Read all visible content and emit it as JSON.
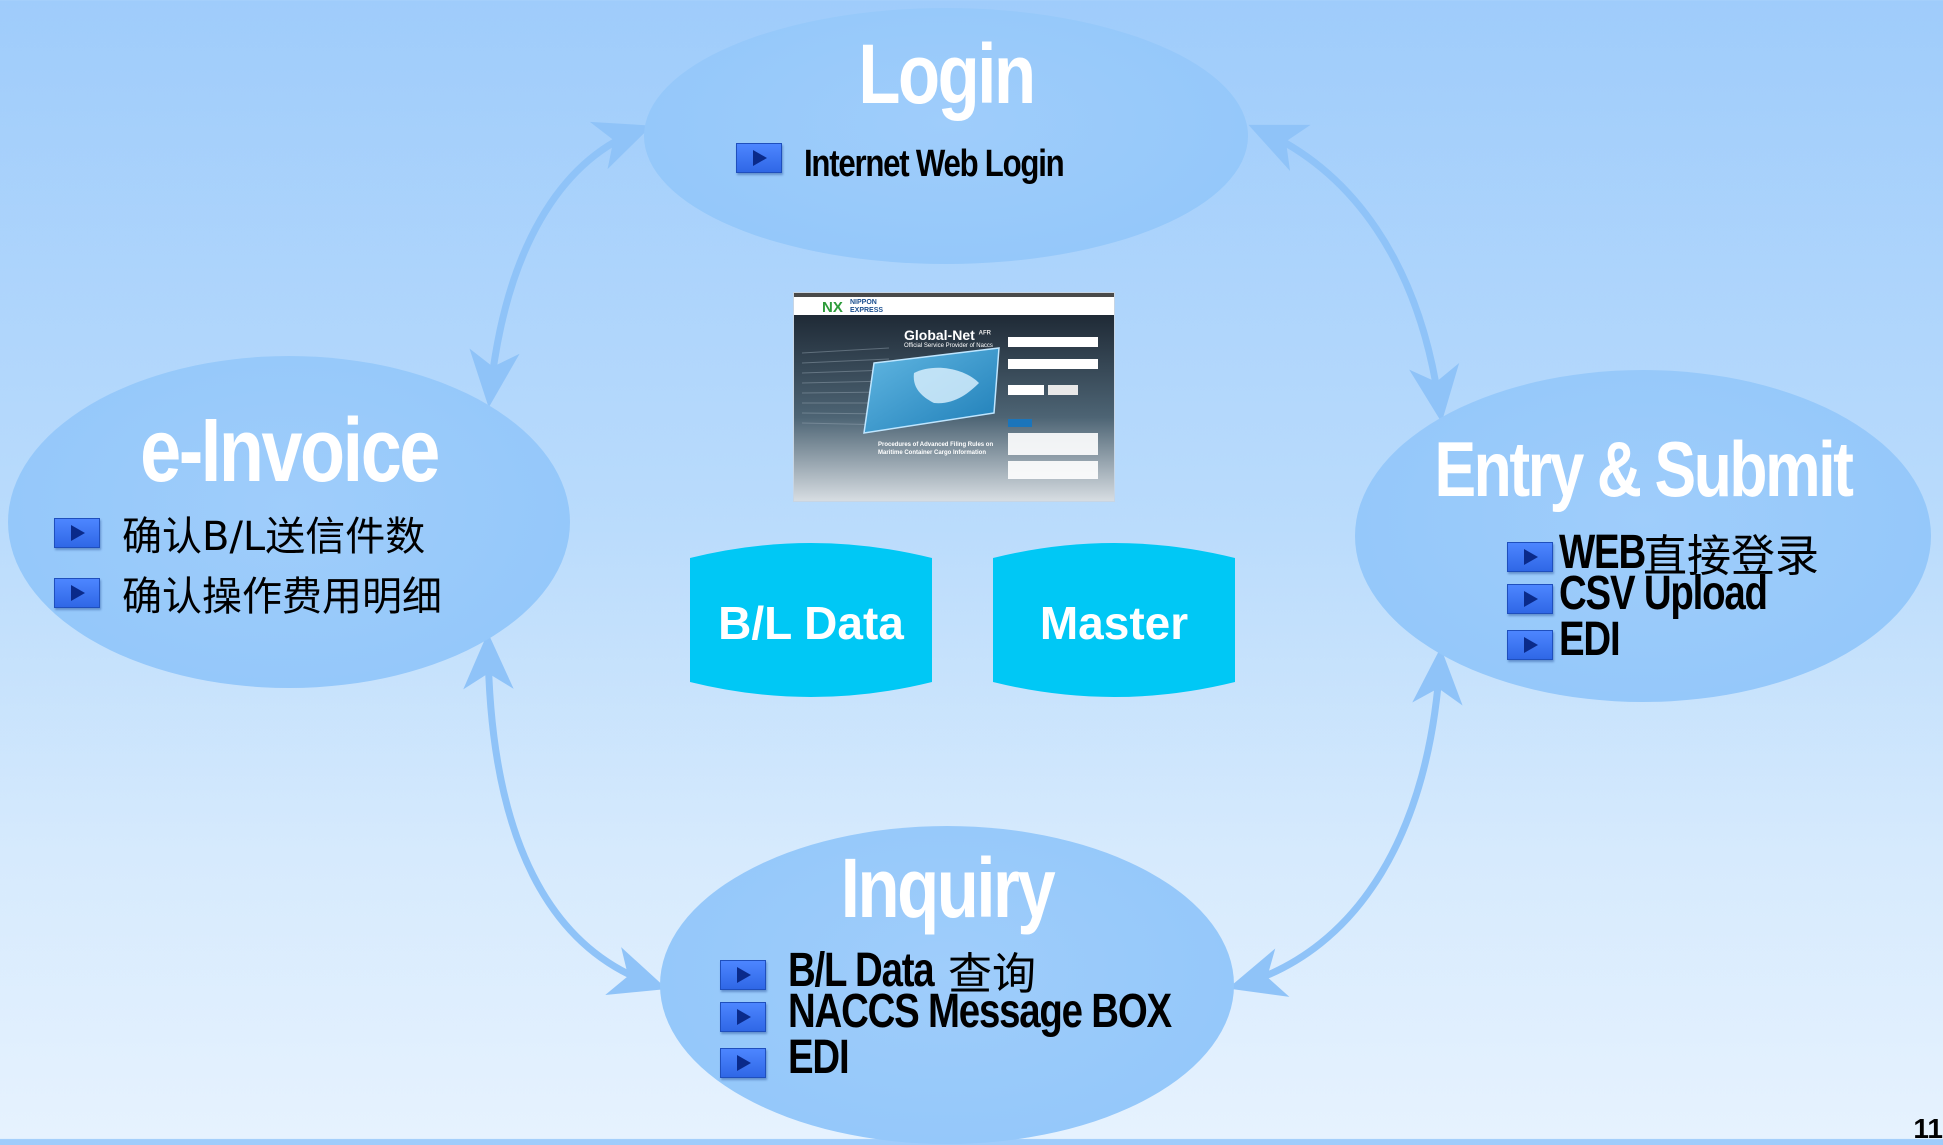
{
  "login": {
    "title": "Login",
    "items": [
      {
        "text": "Internet Web Login"
      }
    ]
  },
  "einvoice": {
    "title": "e-Invoice",
    "items": [
      {
        "text": "确认B/L送信件数"
      },
      {
        "text": "确认操作费用明细"
      }
    ]
  },
  "entry": {
    "title": "Entry & Submit",
    "items": [
      {
        "bold": "WEB",
        "cjk": "直接登录"
      },
      {
        "bold": "CSV Upload",
        "cjk": ""
      },
      {
        "bold": "EDI",
        "cjk": ""
      }
    ]
  },
  "inquiry": {
    "title": "Inquiry",
    "items": [
      {
        "bold": "B/L Data",
        "cjk": "查询"
      },
      {
        "bold": "NACCS Message BOX",
        "cjk": ""
      },
      {
        "bold": "EDI",
        "cjk": ""
      }
    ]
  },
  "databases": [
    {
      "label": "B/L Data"
    },
    {
      "label": "Master"
    }
  ],
  "screenshot": {
    "brand": "NIPPON EXPRESS",
    "logo": "NX",
    "title": "Global-Net",
    "title_suffix": "AFR",
    "subtitle": "Official Service Provider of Naccs",
    "caption": "Procedures of Advanced Filing Rules on Maritime Container Cargo Information"
  },
  "page_number": "11",
  "colors": {
    "ellipse": "#95c8fa",
    "cylinder": "#00c8f5",
    "arrow": "#8fc3f8",
    "bullet": "#3a72f0"
  }
}
